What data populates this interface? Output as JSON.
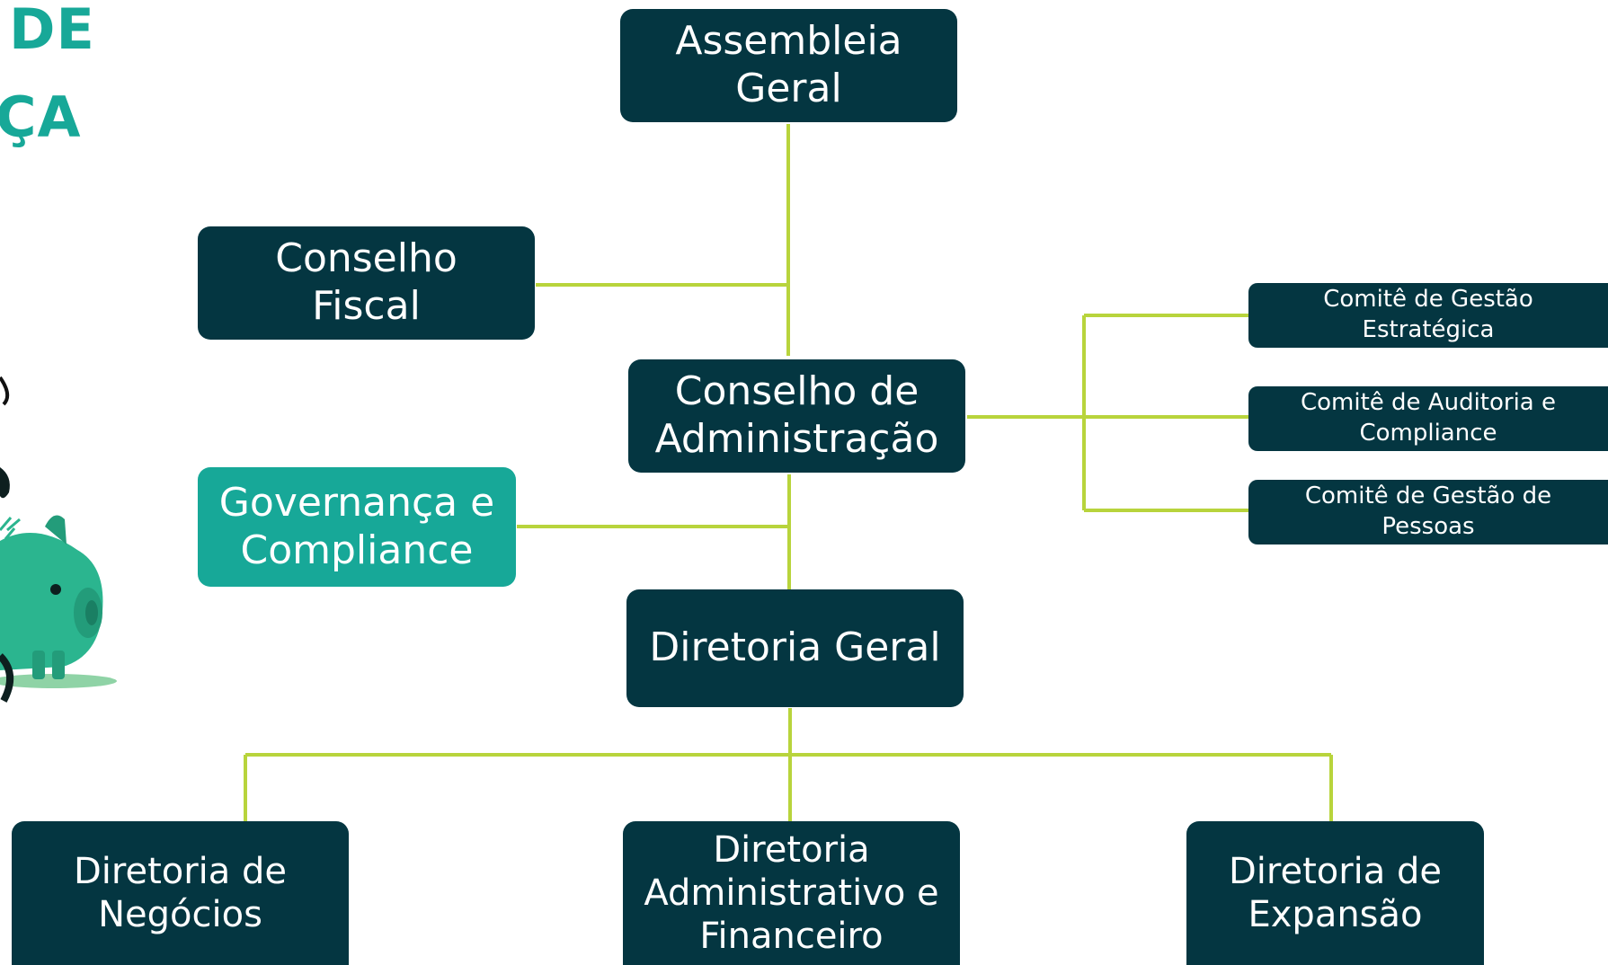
{
  "heading": {
    "line1": "DE",
    "line2": "ÇA"
  },
  "colors": {
    "node": "#043641",
    "accent": "#17a898",
    "connector": "#b8d43c",
    "heading": "#17a898"
  },
  "nodes": {
    "assembleia": "Assembleia Geral",
    "conselho_fiscal": "Conselho Fiscal",
    "conselho_administracao": "Conselho de Administração",
    "governanca": "Governança e Compliance",
    "diretoria_geral": "Diretoria Geral",
    "diretoria_negocios": "Diretoria de Negócios",
    "diretoria_adm_fin": "Diretoria Administrativo e Financeiro",
    "diretoria_expansao": "Diretoria de Expansão",
    "comite_gestao_estrategica": "Comitê de Gestão Estratégica",
    "comite_auditoria": "Comitê de Auditoria e Compliance",
    "comite_gestao_pessoas": "Comitê de Gestão de Pessoas"
  },
  "illustration": "piggy-bank-illustration"
}
